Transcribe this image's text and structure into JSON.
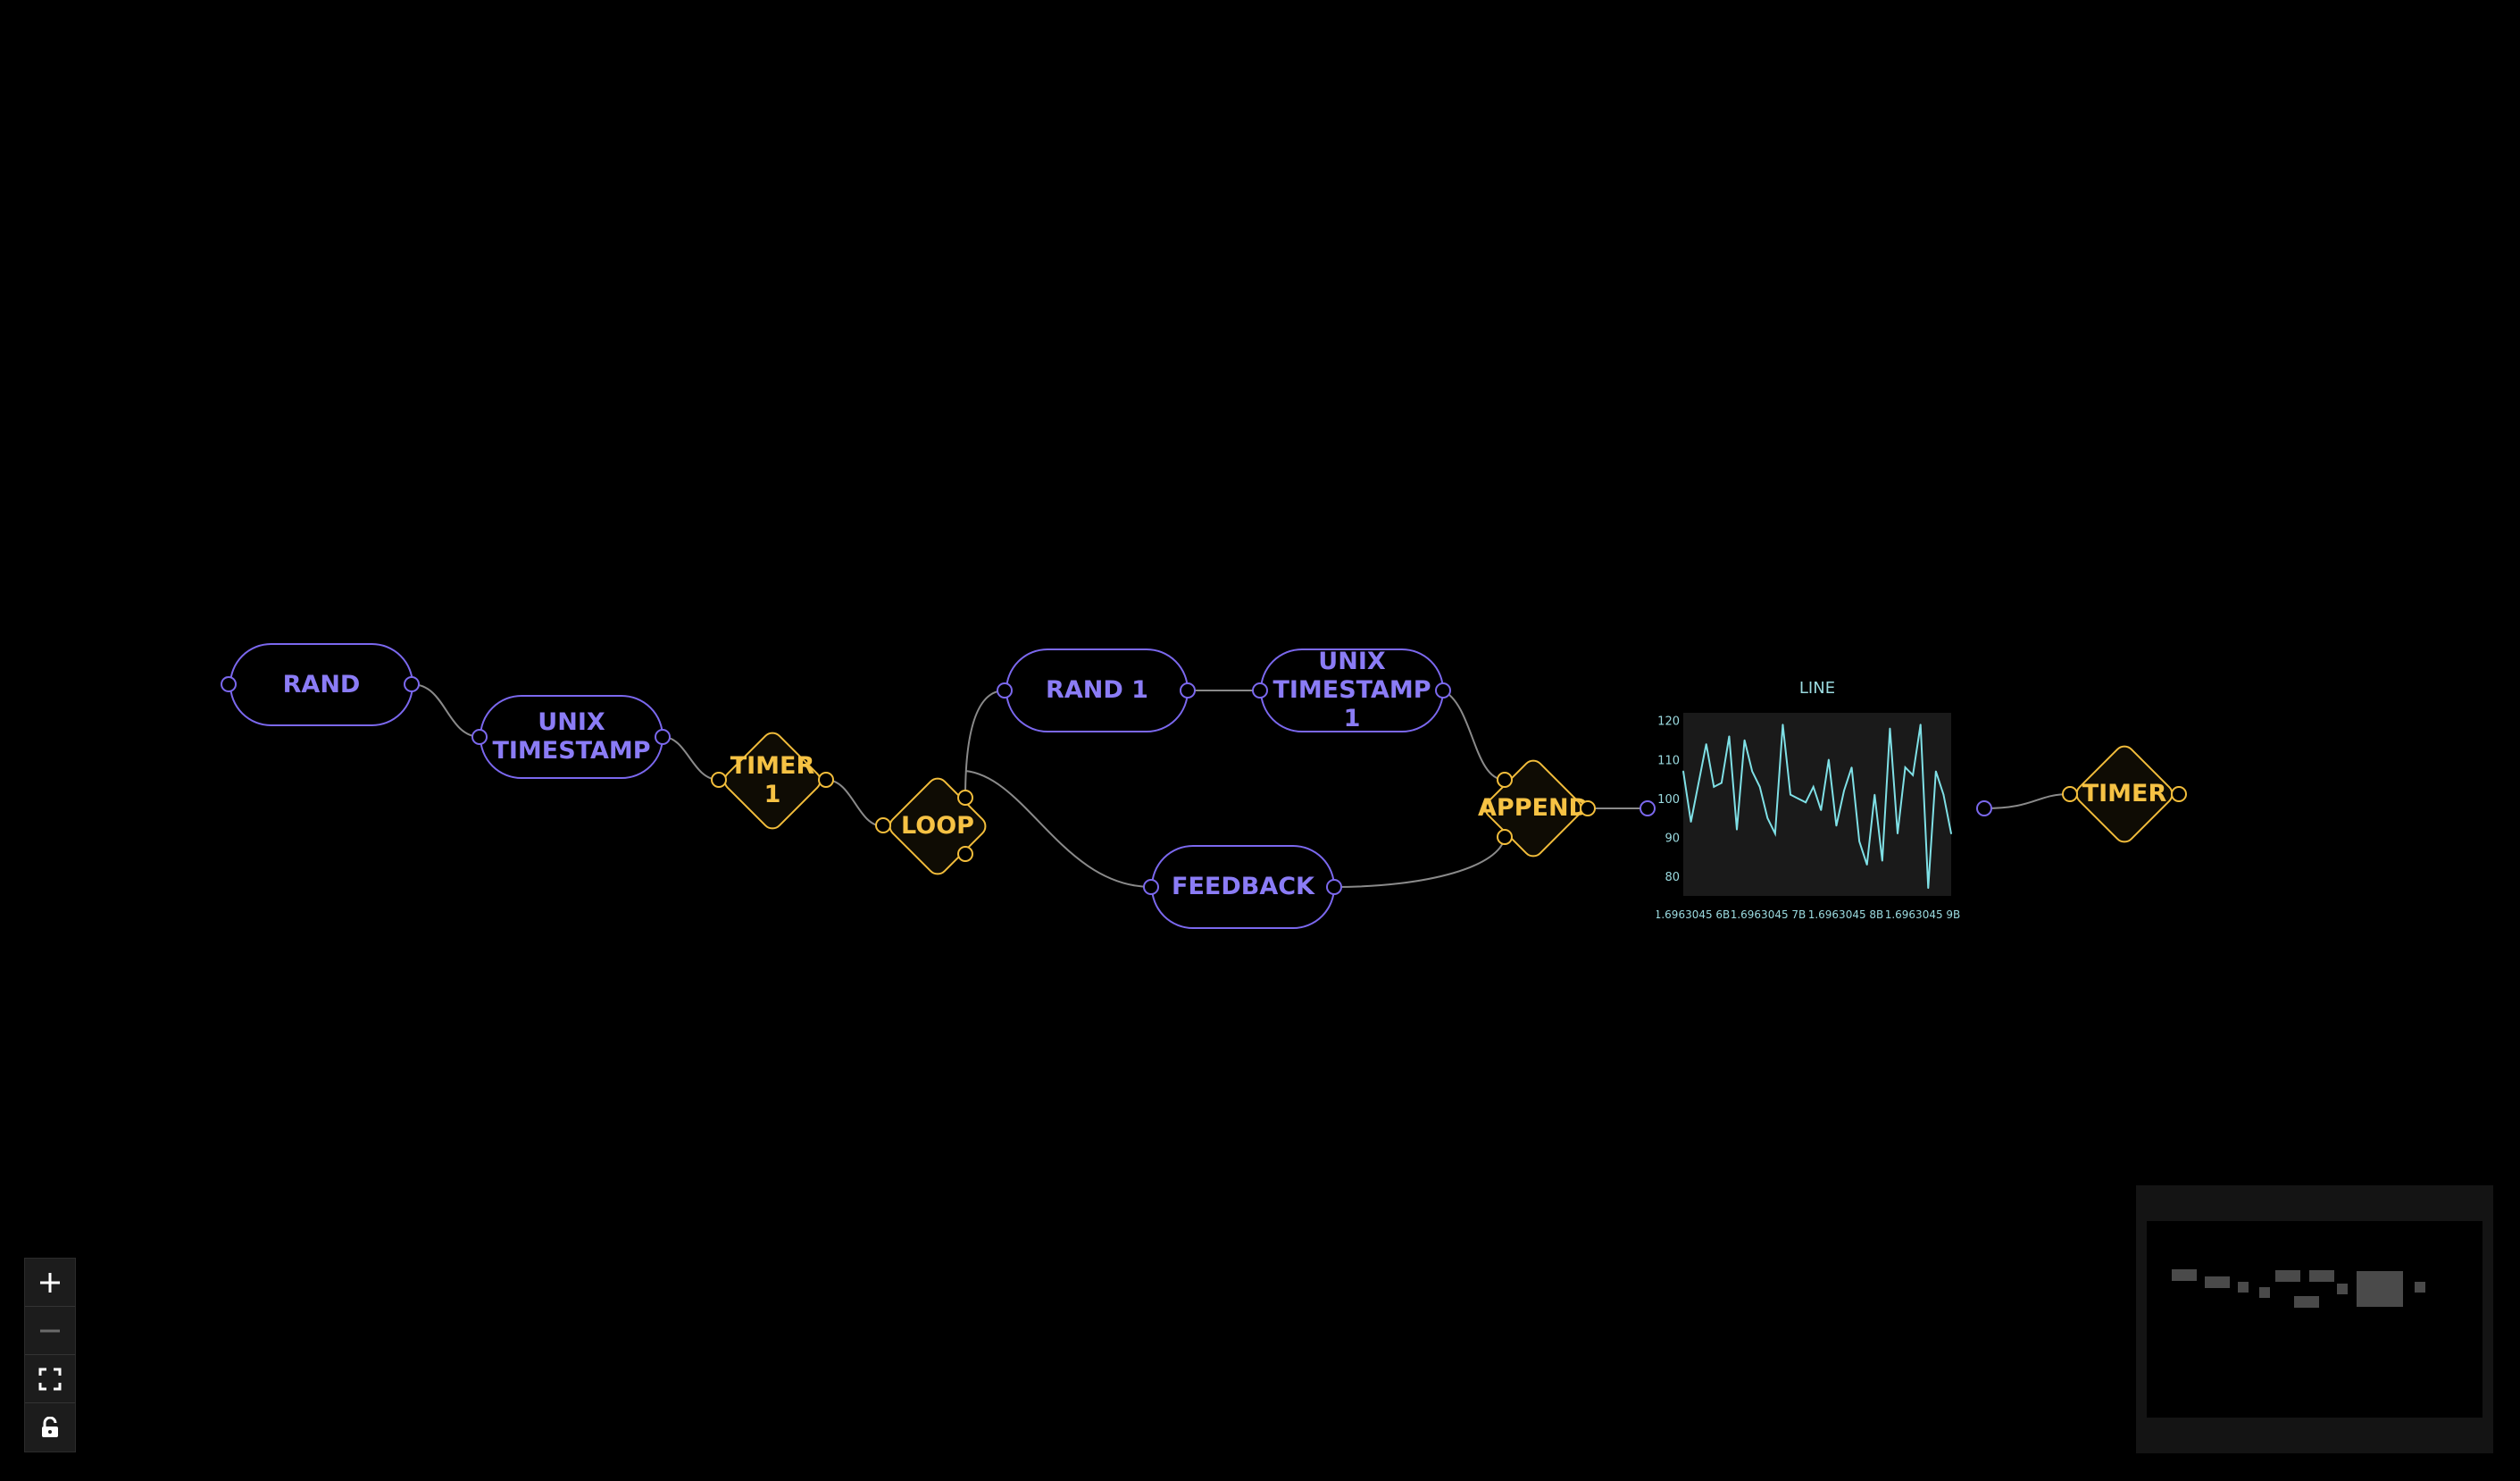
{
  "colors": {
    "background": "#000000",
    "data_node": "#7b68ee",
    "data_node_text": "#8b7cf6",
    "control_node": "#f2bd3b",
    "control_node_text": "#f6c244",
    "edge": "#8a8a8a",
    "chart_line": "#7fe0e6",
    "chart_bg": "#1a1a1a"
  },
  "nodes": {
    "rand": "RAND",
    "unix_timestamp": "UNIX TIMESTAMP",
    "timer_1": "TIMER 1",
    "loop": "LOOP",
    "rand_1": "RAND 1",
    "unix_timestamp_1": "UNIX TIMESTAMP 1",
    "feedback": "FEEDBACK",
    "append": "APPEND",
    "timer": "TIMER"
  },
  "controls": {
    "zoom_in": "plus-icon",
    "zoom_out": "minus-icon",
    "fit_view": "fullscreen-icon",
    "lock": "lock-icon"
  },
  "chart_data": {
    "type": "line",
    "title": "LINE",
    "ylim": [
      75,
      122
    ],
    "yticks": [
      "120",
      "110",
      "100",
      "90",
      "80"
    ],
    "xtick_labels": [
      "1.6963045 6B",
      "1.6963045 7B",
      "1.6963045 8B",
      "1.6963045 9B"
    ],
    "grid": false,
    "series": [
      {
        "values": [
          107,
          94,
          104,
          114,
          103,
          104,
          116,
          92,
          115,
          107,
          103,
          95,
          91,
          119,
          101,
          100,
          99,
          103,
          97,
          110,
          93,
          102,
          108,
          89,
          83,
          101,
          84,
          118,
          91,
          108,
          106,
          119,
          77,
          107,
          101,
          91
        ]
      }
    ]
  }
}
